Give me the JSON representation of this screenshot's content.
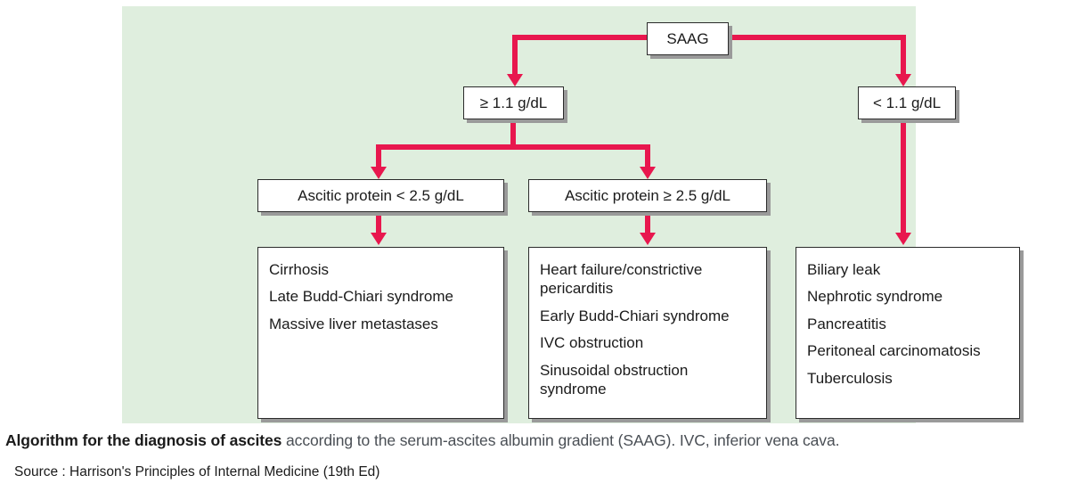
{
  "figure": {
    "panel_bg": "#dfeede",
    "connector_color": "#e8174e",
    "nodes": {
      "root": "SAAG",
      "saag_high": "≥ 1.1 g/dL",
      "saag_low": "< 1.1 g/dL",
      "ascitic_protein_low": "Ascitic protein < 2.5 g/dL",
      "ascitic_protein_high": "Ascitic protein ≥ 2.5 g/dL"
    },
    "outcomes": [
      {
        "id": "outcome-high-saag-low-protein",
        "items": [
          "Cirrhosis",
          "Late Budd-Chiari syndrome",
          "Massive liver metastases"
        ]
      },
      {
        "id": "outcome-high-saag-high-protein",
        "items": [
          "Heart failure/constrictive pericarditis",
          "Early Budd-Chiari syndrome",
          "IVC obstruction",
          "Sinusoidal obstruction syndrome"
        ]
      },
      {
        "id": "outcome-low-saag",
        "items": [
          "Biliary leak",
          "Nephrotic syndrome",
          "Pancreatitis",
          "Peritoneal carcinomatosis",
          "Tuberculosis"
        ]
      }
    ]
  },
  "caption": {
    "bold": "Algorithm for the diagnosis of ascites",
    "rest": " according to the serum-ascites albumin gradient (SAAG). IVC, inferior vena cava."
  },
  "source": {
    "text": "Source : Harrison's Principles of Internal Medicine (19th Ed)"
  }
}
